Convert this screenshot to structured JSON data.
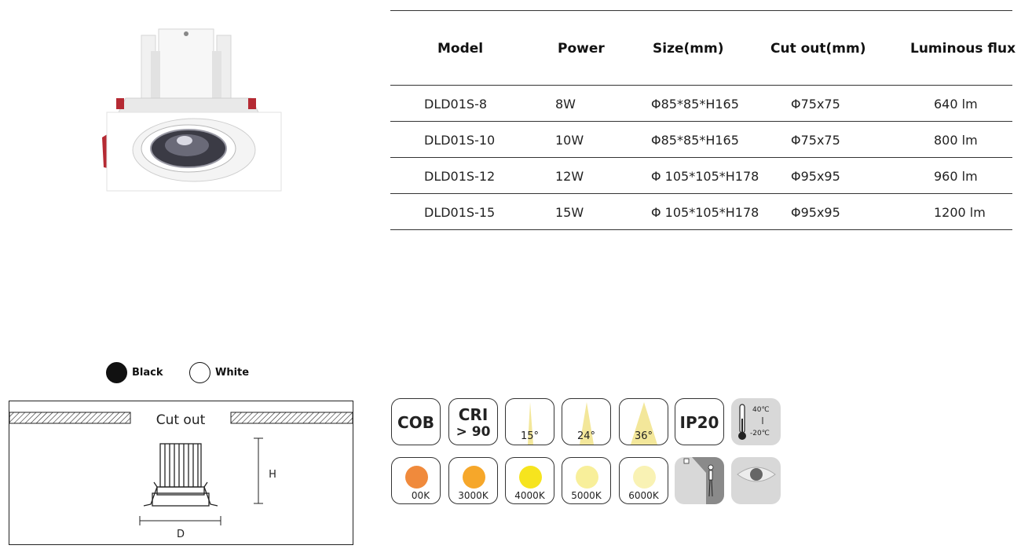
{
  "colors": {
    "accent_red": "#b52a33",
    "table_rule": "#333333",
    "beam_yellow": "#f3e79a",
    "cct_00k": "#f08a3c",
    "cct_3000k": "#f6a72a",
    "cct_4000k": "#f6e41e",
    "cct_5000k": "#f8ef9a",
    "cct_6000k": "#f9f2b4"
  },
  "spec_table": {
    "headers": {
      "model": "Model",
      "power": "Power",
      "size": "Size(mm)",
      "cutout": "Cut out(mm)",
      "lumen": "Luminous flux"
    },
    "rows": [
      {
        "model": "DLD01S-8",
        "power": "8W",
        "size": "Φ85*85*H165",
        "cutout": "Φ75x75",
        "lumen": "640 lm"
      },
      {
        "model": "DLD01S-10",
        "power": "10W",
        "size": "Φ85*85*H165",
        "cutout": "Φ75x75",
        "lumen": "800 lm"
      },
      {
        "model": "DLD01S-12",
        "power": "12W",
        "size": "Φ 105*105*H178",
        "cutout": "Φ95x95",
        "lumen": "960 lm"
      },
      {
        "model": "DLD01S-15",
        "power": "15W",
        "size": "Φ 105*105*H178",
        "cutout": "Φ95x95",
        "lumen": "1200 lm"
      }
    ]
  },
  "color_options": [
    {
      "label": "Black",
      "swatch": "#111111"
    },
    {
      "label": "White",
      "swatch": "#ffffff"
    }
  ],
  "diagram": {
    "cutout_label": "Cut out",
    "height_label": "H",
    "diameter_label": "D"
  },
  "feature_icons": {
    "cob": "COB",
    "cri_top": "CRI",
    "cri_bottom": "> 90",
    "beam_15": "15°",
    "beam_24": "24°",
    "beam_36": "36°",
    "ip": "IP20",
    "temp_high": "40℃",
    "temp_low": "-20℃"
  },
  "cct_icons": [
    {
      "label": "00K",
      "color": "#f08a3c"
    },
    {
      "label": "3000K",
      "color": "#f6a72a"
    },
    {
      "label": "4000K",
      "color": "#f6e41e"
    },
    {
      "label": "5000K",
      "color": "#f8ef9a"
    },
    {
      "label": "6000K",
      "color": "#f9f2b4"
    }
  ]
}
